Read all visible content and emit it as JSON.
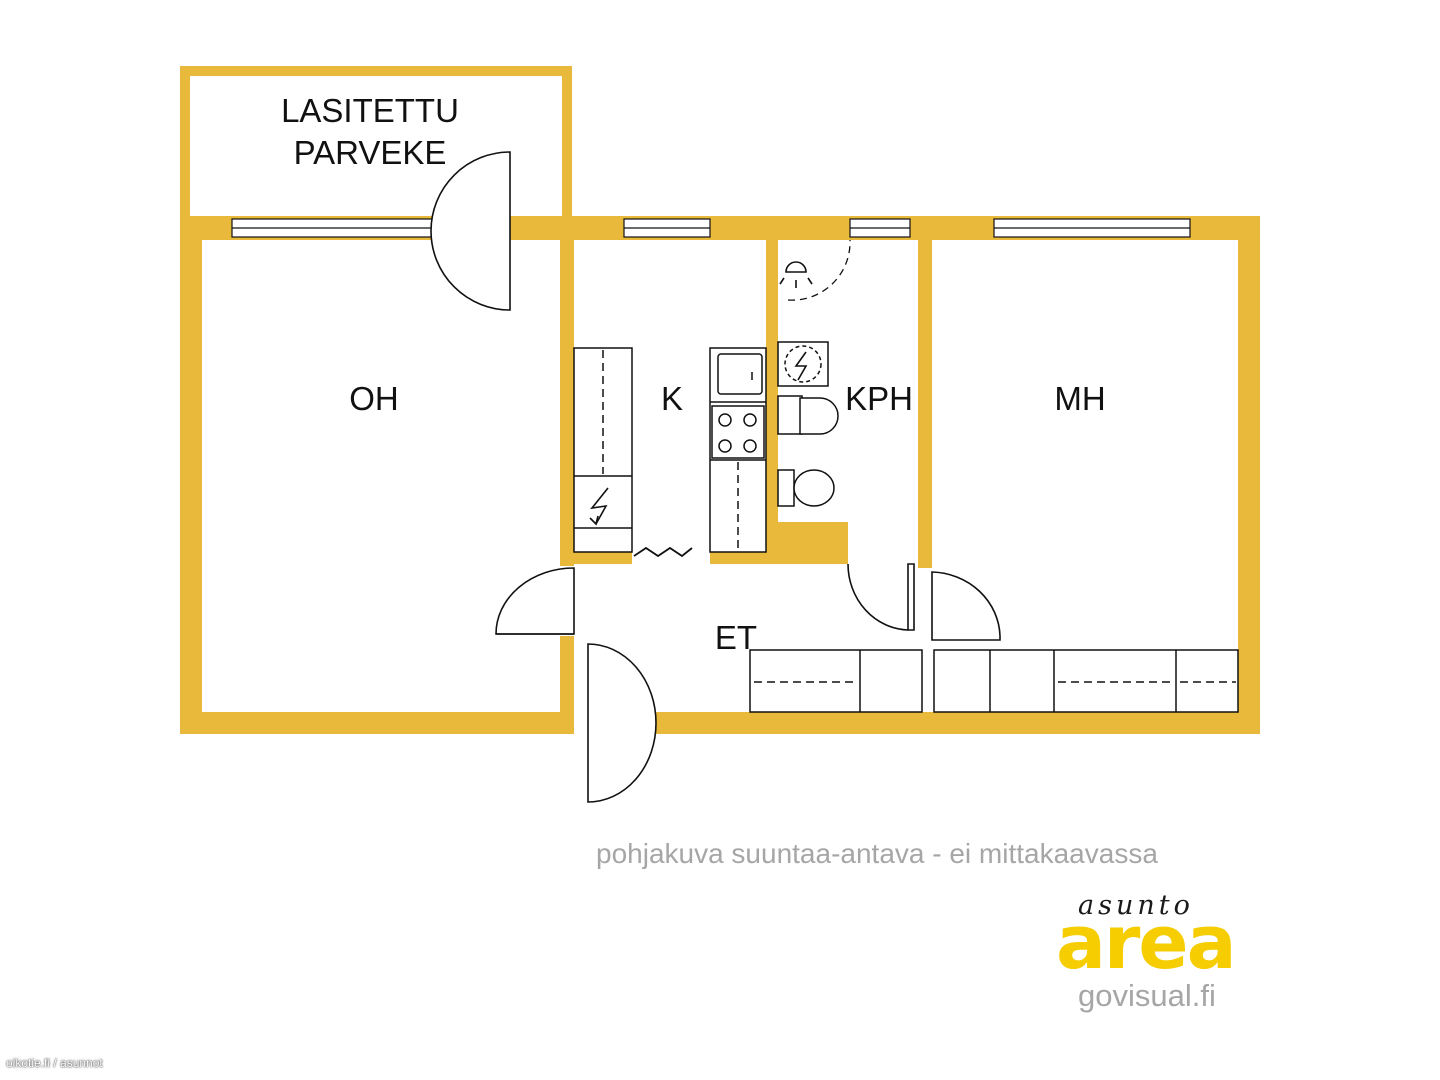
{
  "rooms": {
    "balcony_line1": "LASITETTU",
    "balcony_line2": "PARVEKE",
    "living_room": "OH",
    "kitchen": "K",
    "bathroom": "KPH",
    "bedroom": "MH",
    "hallway": "ET"
  },
  "footer": {
    "note": "pohjakuva suuntaa-antava - ei mittakaavassa",
    "credit": "oikotie.fi / asunnot"
  },
  "logo": {
    "script": "asunto",
    "word": "area",
    "site": "govisual.fi"
  },
  "colors": {
    "wall": "#e9b93b",
    "logo_accent": "#f6cd00",
    "line": "#111111",
    "muted_text": "#a6a6a6"
  }
}
